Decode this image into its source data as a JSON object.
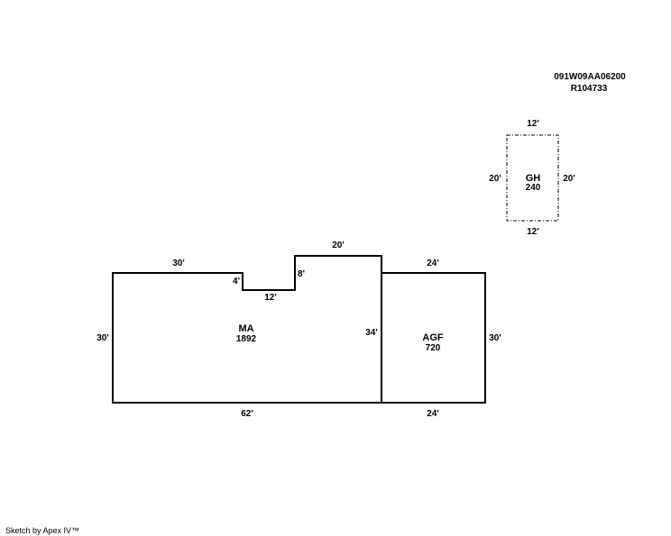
{
  "header": {
    "parcel_id": "091W09AA06200",
    "account": "R104733"
  },
  "areas": {
    "ma": {
      "code": "MA",
      "sqft": "1892",
      "dims": {
        "top_left": "30'",
        "notch_depth": "4'",
        "notch_width": "12'",
        "bump_height": "8'",
        "bump_width": "20'",
        "left": "30'",
        "right": "34'",
        "bottom": "62'"
      }
    },
    "agf": {
      "code": "AGF",
      "sqft": "720",
      "dims": {
        "top": "24'",
        "right": "30'",
        "bottom": "24'"
      }
    },
    "gh": {
      "code": "GH",
      "sqft": "240",
      "dims": {
        "top": "12'",
        "left": "20'",
        "right": "20'",
        "bottom": "12'"
      }
    }
  },
  "footer": {
    "credit": "Sketch by Apex IV™"
  }
}
